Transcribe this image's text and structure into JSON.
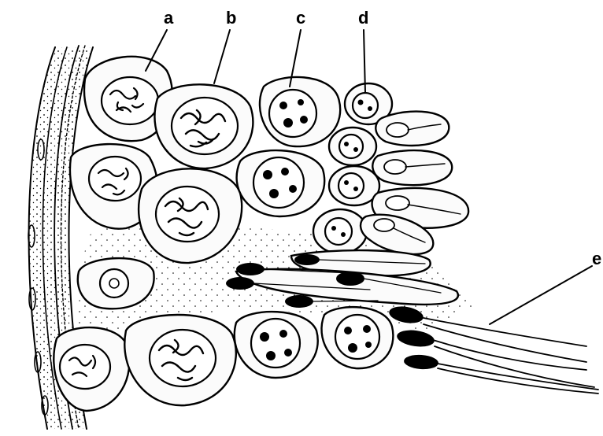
{
  "diagram": {
    "labels": {
      "a": "a",
      "b": "b",
      "c": "c",
      "d": "d",
      "e": "e"
    }
  }
}
